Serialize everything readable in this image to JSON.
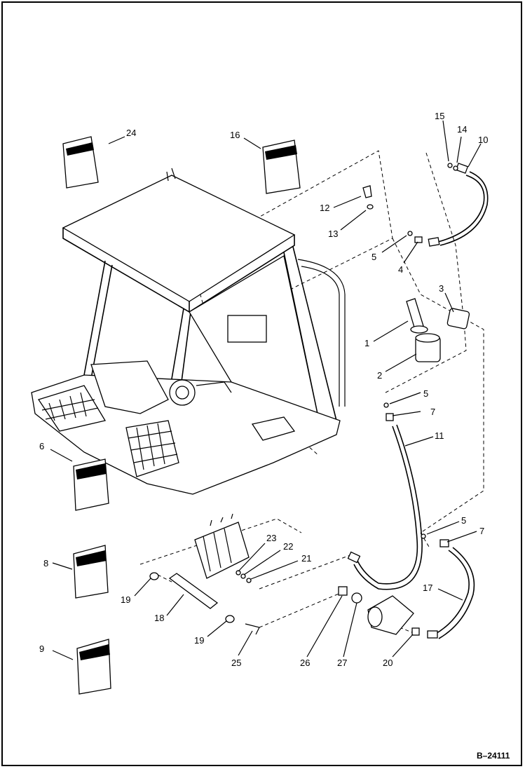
{
  "reference_code": "B–24111",
  "callouts": [
    {
      "id": "c24",
      "text": "24"
    },
    {
      "id": "c16",
      "text": "16"
    },
    {
      "id": "c15",
      "text": "15"
    },
    {
      "id": "c14",
      "text": "14"
    },
    {
      "id": "c10",
      "text": "10"
    },
    {
      "id": "c12",
      "text": "12"
    },
    {
      "id": "c13",
      "text": "13"
    },
    {
      "id": "c5a",
      "text": "5"
    },
    {
      "id": "c4",
      "text": "4"
    },
    {
      "id": "c3",
      "text": "3"
    },
    {
      "id": "c1",
      "text": "1"
    },
    {
      "id": "c2",
      "text": "2"
    },
    {
      "id": "c5b",
      "text": "5"
    },
    {
      "id": "c7a",
      "text": "7"
    },
    {
      "id": "c11",
      "text": "11"
    },
    {
      "id": "c6",
      "text": "6"
    },
    {
      "id": "c5c",
      "text": "5"
    },
    {
      "id": "c7b",
      "text": "7"
    },
    {
      "id": "c23",
      "text": "23"
    },
    {
      "id": "c22",
      "text": "22"
    },
    {
      "id": "c21",
      "text": "21"
    },
    {
      "id": "c8",
      "text": "8"
    },
    {
      "id": "c17",
      "text": "17"
    },
    {
      "id": "c19a",
      "text": "19"
    },
    {
      "id": "c18",
      "text": "18"
    },
    {
      "id": "c19b",
      "text": "19"
    },
    {
      "id": "c9",
      "text": "9"
    },
    {
      "id": "c25",
      "text": "25"
    },
    {
      "id": "c26",
      "text": "26"
    },
    {
      "id": "c27",
      "text": "27"
    },
    {
      "id": "c20",
      "text": "20"
    }
  ]
}
